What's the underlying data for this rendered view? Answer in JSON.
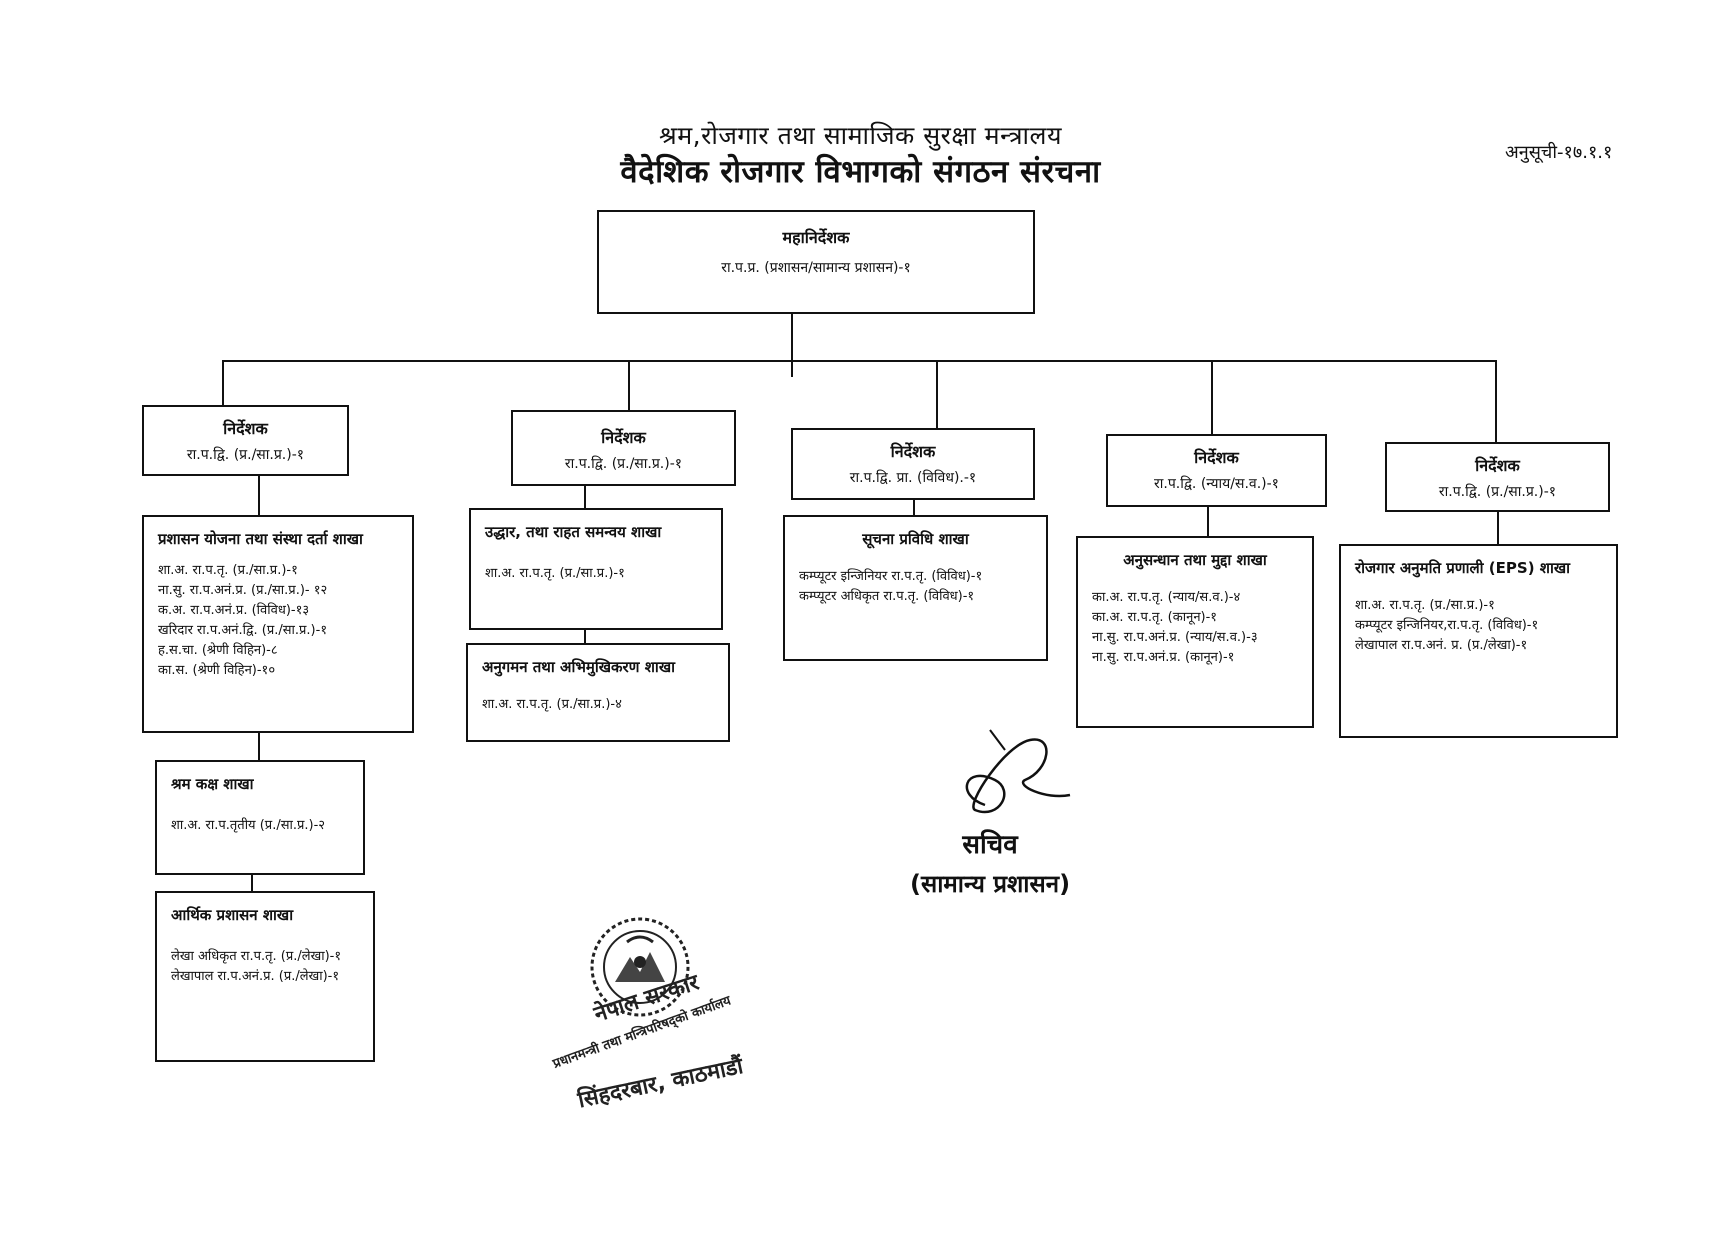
{
  "header": {
    "ministry": "श्रम,रोजगार तथा सामाजिक सुरक्षा मन्त्रालय",
    "title": "वैदेशिक रोजगार विभागको संगठन संरचना",
    "schedule": "अनुसूची-१७.१.१"
  },
  "head": {
    "title": "महानिर्देशक",
    "post": "रा.प.प्र. (प्रशासन/सामान्य प्रशासन)-१"
  },
  "directors": [
    {
      "title": "निर्देशक",
      "post": "रा.प.द्वि. (प्र./सा.प्र.)-१"
    },
    {
      "title": "निर्देशक",
      "post": "रा.प.द्वि. (प्र./सा.प्र.)-१"
    },
    {
      "title": "निर्देशक",
      "post": "रा.प.द्वि. प्रा. (विविध).-१"
    },
    {
      "title": "निर्देशक",
      "post": "रा.प.द्वि. (न्याय/स.व.)-१"
    },
    {
      "title": "निर्देशक",
      "post": "रा.प.द्वि. (प्र./सा.प्र.)-१"
    }
  ],
  "branches": {
    "admin_reg": {
      "title": "प्रशासन योजना तथा संस्था दर्ता शाखा",
      "lines": [
        "शा.अ. रा.प.तृ. (प्र./सा.प्र.)-१",
        "ना.सु. रा.प.अनं.प्र. (प्र./सा.प्र.)- १२",
        "क.अ. रा.प.अनं.प्र. (विविध)-१३",
        "खरिदार रा.प.अनं.द्वि. (प्र./सा.प्र.)-१",
        "ह.स.चा. (श्रेणी विहिन)-८",
        "का.स. (श्रेणी विहिन)-१०"
      ]
    },
    "labour_desk": {
      "title": "श्रम कक्ष शाखा",
      "lines": [
        "शा.अ. रा.प.तृतीय (प्र./सा.प्र.)-२"
      ]
    },
    "finance": {
      "title": "आर्थिक प्रशासन शाखा",
      "lines": [
        "लेखा अधिकृत रा.प.तृ. (प्र./लेखा)-१",
        "लेखापाल रा.प.अनं.प्र. (प्र./लेखा)-१"
      ]
    },
    "rescue": {
      "title": "उद्धार, तथा राहत समन्वय शाखा",
      "lines": [
        "शा.अ. रा.प.तृ. (प्र./सा.प्र.)-१"
      ]
    },
    "monitoring": {
      "title": "अनुगमन तथा अभिमुखिकरण शाखा",
      "lines": [
        "शा.अ. रा.प.तृ. (प्र./सा.प्र.)-४"
      ]
    },
    "it": {
      "title": "सूचना प्रविधि शाखा",
      "lines": [
        "कम्प्यूटर इन्जिनियर रा.प.तृ. (विविध)-१",
        "कम्प्यूटर अधिकृत रा.प.तृ. (विविध)-१"
      ]
    },
    "investigation": {
      "title": "अनुसन्धान तथा मुद्दा शाखा",
      "lines": [
        "का.अ. रा.प.तृ. (न्याय/स.व.)-४",
        "का.अ. रा.प.तृ. (कानून)-१",
        "ना.सु. रा.प.अनं.प्र. (न्याय/स.व.)-३",
        "ना.सु. रा.प.अनं.प्र. (कानून)-१"
      ]
    },
    "eps": {
      "title": "रोजगार अनुमति प्रणाली (EPS) शाखा",
      "lines": [
        "शा.अ. रा.प.तृ. (प्र./सा.प्र.)-१",
        "कम्प्यूटर इन्जिनियर,रा.प.तृ. (विविध)-१",
        "लेखापाल रा.प.अनं. प्र. (प्र./लेखा)-१"
      ]
    }
  },
  "signature": {
    "title": "सचिव",
    "designation": "(सामान्य प्रशासन)"
  },
  "seal": {
    "line1": "नेपाल सरकार",
    "line2": "प्रधानमन्त्री तथा मन्त्रिपरिषद्को कार्यालय",
    "line3": "सिंहदरबार, काठमाडौं"
  }
}
